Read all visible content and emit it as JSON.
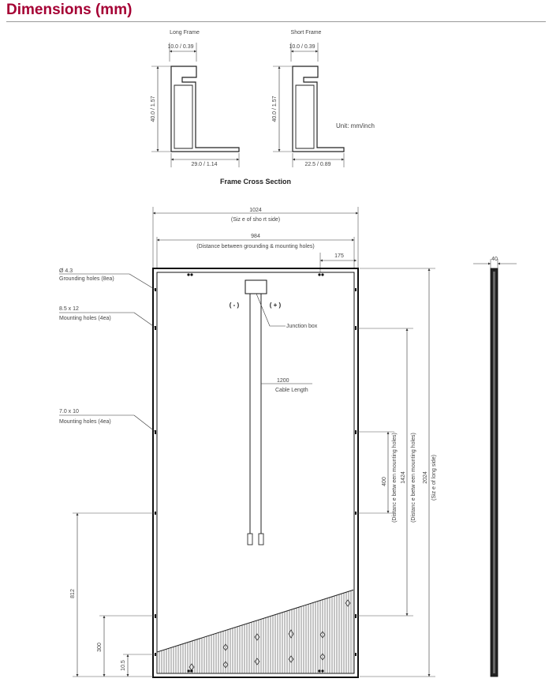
{
  "header": {
    "title": "Dimensions (mm)"
  },
  "cross_section": {
    "title": "Frame Cross Section",
    "long_frame": {
      "label": "Long Frame",
      "top_dim": "10.0 / 0.39",
      "height_dim": "40.0 / 1.57",
      "bottom_dim": "29.0 / 1.14"
    },
    "short_frame": {
      "label": "Short Frame",
      "top_dim": "10.0 / 0.39",
      "height_dim": "40.0 / 1.57",
      "bottom_dim": "22.5 / 0.89"
    },
    "unit": "Unit: mm/inch"
  },
  "panel": {
    "width_value": "1024",
    "width_label": "(Siz e of sho rt side)",
    "hole_spacing_value": "984",
    "hole_spacing_label": "(Distance between grounding & mounting holes)",
    "corner_offset": "175",
    "thickness": "40",
    "grounding_holes": {
      "size": "Ø 4.3",
      "label": "Grounding holes (8ea)"
    },
    "mounting_holes_a": {
      "size": "8.5 x 12",
      "label": "Mounting holes (4ea)"
    },
    "mounting_holes_b": {
      "size": "7.0 x 10",
      "label": "Mounting holes (4ea)"
    },
    "polarity_neg": "( - )",
    "polarity_pos": "( + )",
    "junction_box": "Junction box",
    "cable_value": "1200",
    "cable_label": "Cable Length",
    "dim_400": "400",
    "dim_400_label": "(Distanc e betw een mounting holes)",
    "dim_1424": "1424",
    "dim_1424_label": "(Distanc e betw een mounting holes)",
    "dim_2024": "2024",
    "dim_2024_label": "(Siz e of long side)",
    "dim_812": "812",
    "dim_300": "300",
    "dim_10_5": "10.5"
  }
}
